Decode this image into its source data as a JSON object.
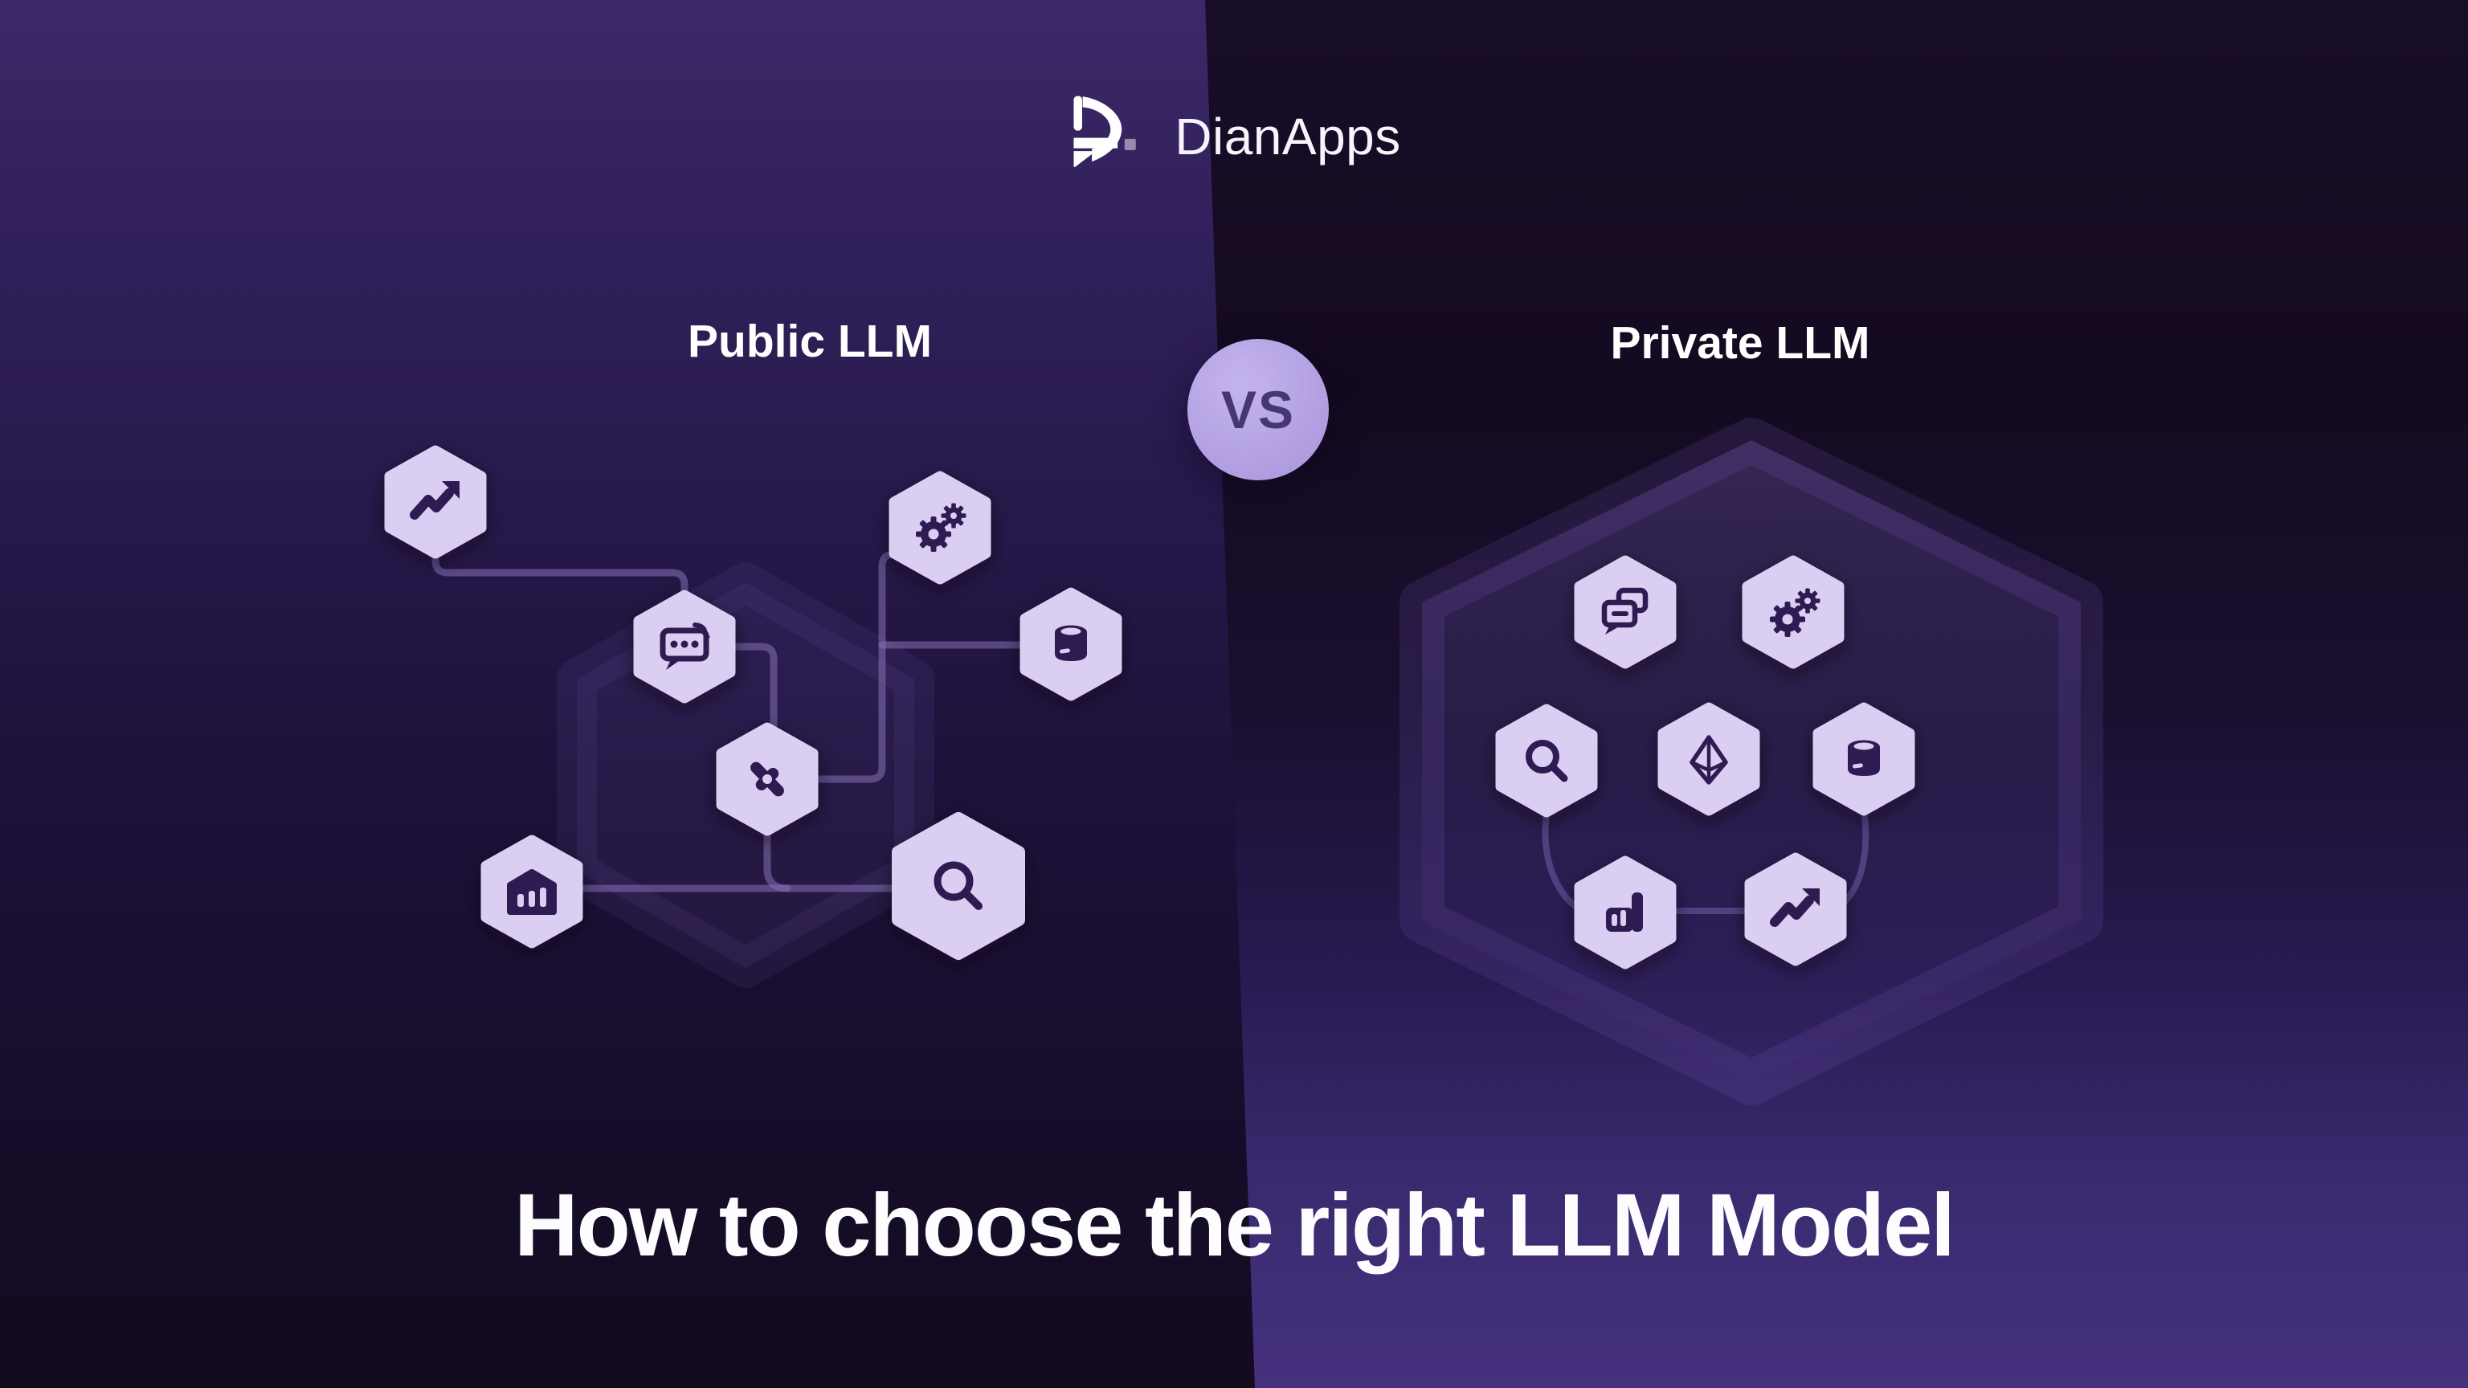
{
  "brand": {
    "name": "DianApps"
  },
  "comparison": {
    "vs_label": "VS",
    "left": {
      "label": "Public LLM",
      "icons": [
        "trending-up",
        "chat-sync",
        "gears",
        "database",
        "tool-cross",
        "bar-chart-pentagon",
        "search"
      ]
    },
    "right": {
      "label": "Private LLM",
      "icons": [
        "chat-duplicate",
        "gears",
        "search",
        "ethereum-diamond",
        "database",
        "bar-chart",
        "trending-up"
      ]
    }
  },
  "footer": {
    "title": "How to choose the right LLM Model"
  },
  "colors": {
    "left_bg_top": "#3d2869",
    "left_bg_bottom": "#130a20",
    "right_bg_top": "#180d28",
    "right_bg_bottom": "#46317e",
    "hexagon_fill": "#dacef2",
    "icon_glyph": "#2e1b52",
    "vs_circle": "#b2a0e2",
    "vs_text": "#463672",
    "connector_line": "#8571b5",
    "logo_square": "#968bb0",
    "title_text": "#ffffff"
  }
}
